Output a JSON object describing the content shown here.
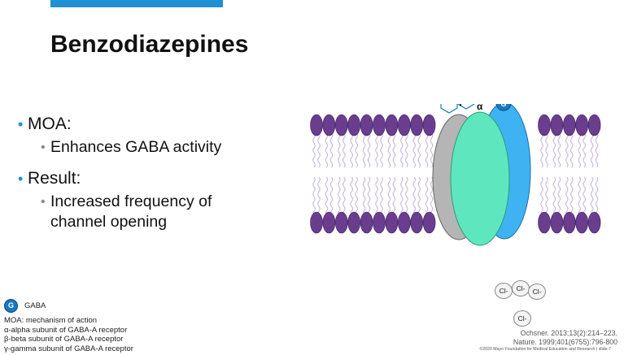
{
  "slide": {
    "title": "Benzodiazepines",
    "bullets": [
      {
        "label": "MOA:",
        "sub": [
          "Enhances GABA activity"
        ]
      },
      {
        "label": "Result:",
        "sub": [
          "Increased frequency of",
          "channel opening"
        ]
      }
    ]
  },
  "diagram": {
    "alpha_label": "α",
    "gamma_label": "γ",
    "gaba_label": "G",
    "chloride_label": "Cl-",
    "colors": {
      "lipid_head": "#6a3d8f",
      "alpha_subunit": "#5ee6bf",
      "beta_subunit": "#3fb2f2",
      "gray_subunit": "#b5b5b5",
      "gaba": "#1a78c2"
    }
  },
  "legend": {
    "gaba_icon": "G",
    "gaba_text": "GABA",
    "lines": [
      "MOA: mechanism of action",
      "α-alpha subunit of GABA-A receptor",
      "β-beta subunit of GABA-A receptor",
      "γ-gamma subunit of GABA-A receptor"
    ]
  },
  "references": [
    "Ochsner. 2013;13(2):214–223.",
    "Nature. 1999;401(6755):796-800"
  ],
  "footer": {
    "copyright": "©2020 Mayo Foundation for Medical Education and Research",
    "separator": "|",
    "slide_number": "slide-7"
  }
}
